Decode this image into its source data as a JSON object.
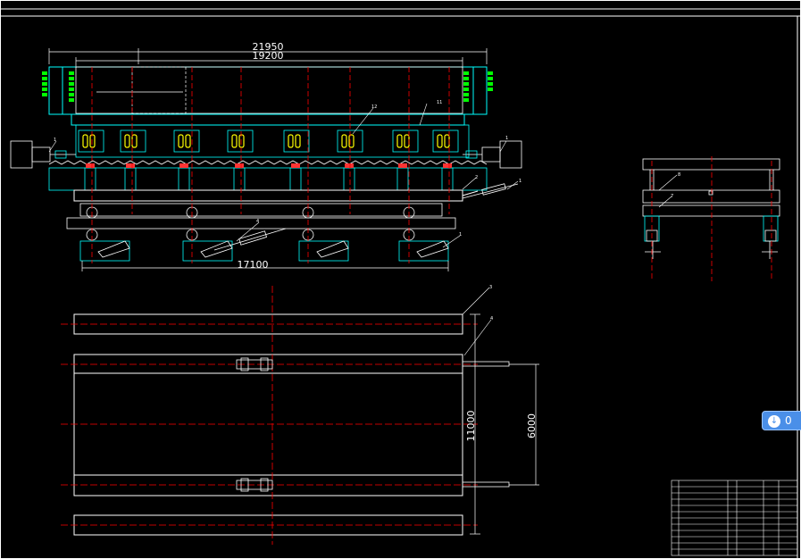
{
  "drawing": {
    "dims": {
      "overall_length": "21950",
      "inner_length": "19200",
      "base_length": "17100",
      "plan_width": "11000",
      "rail_spacing": "6000"
    },
    "balloons": {
      "b1": "1",
      "b2": "2",
      "b3": "3",
      "b4": "4",
      "b5": "1",
      "b6": "4",
      "b7": "7",
      "b8": "8",
      "b9": "1",
      "b10": "11",
      "b11": "12"
    },
    "colors": {
      "frame": "#ffffff",
      "structure": "#00ffff",
      "centerline": "#ff0000",
      "parts": "#ffff00",
      "lamps": "#00ff00",
      "badge": "#4a8fe8"
    }
  },
  "overlay_badge": {
    "icon": "arrow-down-icon",
    "text": "0"
  }
}
